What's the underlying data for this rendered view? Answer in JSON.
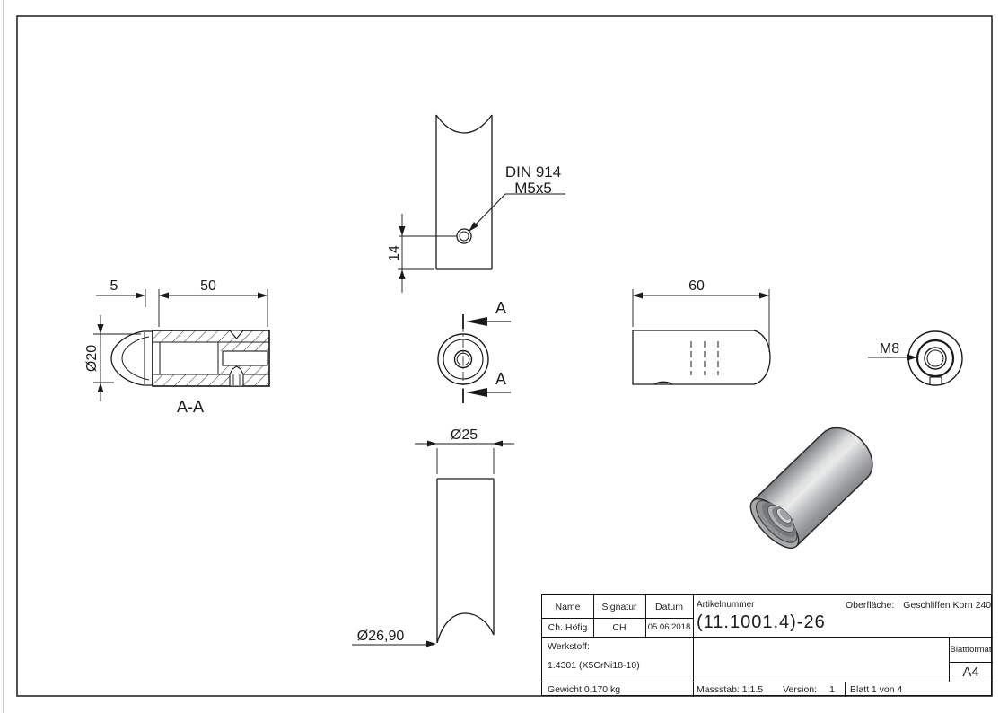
{
  "drawing": {
    "top_view": {
      "din_label_line1": "DIN 914",
      "din_label_line2": "M5x5",
      "dim_depth": "14"
    },
    "section_view": {
      "label": "A-A",
      "dim_cap": "5",
      "dim_length": "50",
      "dim_diameter": "Ø20"
    },
    "cut_view": {
      "arrow_label_top": "A",
      "arrow_label_bottom": "A"
    },
    "side_view": {
      "dim_length": "60"
    },
    "thread_view": {
      "label": "M8"
    },
    "saddle_view": {
      "dim_diameter": "Ø25",
      "dim_saddle": "Ø26,90"
    }
  },
  "title_block": {
    "col_name": "Name",
    "col_signature": "Signatur",
    "col_date": "Datum",
    "name_value": "Ch. Höfig",
    "signature_value": "CH",
    "date_value": "05.06.2018",
    "article_label": "Artikelnummer",
    "article_number": "(11.1001.4)-26",
    "surface_label": "Oberfläche:",
    "surface_value": "Geschliffen Korn 240",
    "material_label": "Werkstoff:",
    "material_value": "1.4301 (X5CrNi18-10)",
    "weight": "Gewicht 0.170 kg",
    "scale": "Massstab: 1:1.5",
    "version_label": "Version:",
    "version_value": "1",
    "sheet": "Blatt 1 von 4",
    "format_label": "Blattformat",
    "format_value": "A4"
  },
  "colors": {
    "line": "#1a1a1a",
    "render_light": "#e9eaea",
    "render_body": "#c0c2c4",
    "render_dark": "#7a7c7f"
  }
}
